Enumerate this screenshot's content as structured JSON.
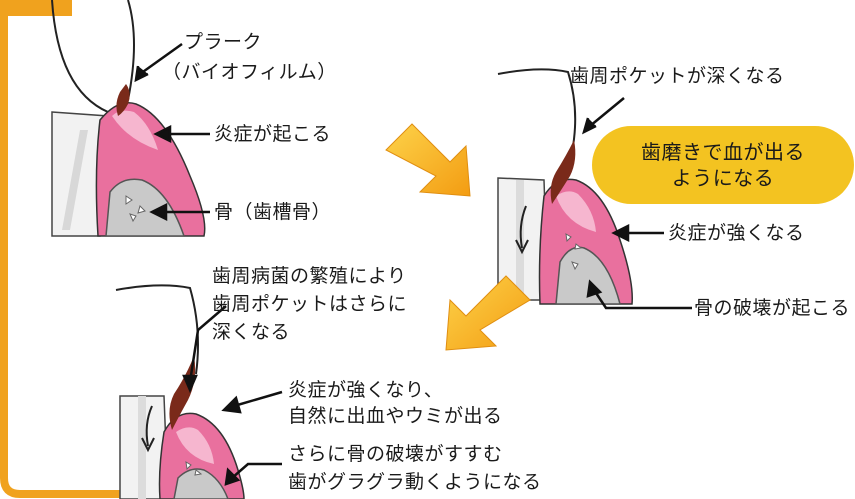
{
  "stage1": {
    "plaque_line1": "プラーク",
    "plaque_line2": "（バイオフィルム）",
    "inflammation": "炎症が起こる",
    "bone": "骨（歯槽骨）"
  },
  "stage2": {
    "pocket": "歯周ポケットが深くなる",
    "callout_line1": "歯磨きで血が出る",
    "callout_line2": "ようになる",
    "inflammation": "炎症が強くなる",
    "bone": "骨の破壊が起こる"
  },
  "stage3": {
    "pocket_line1": "歯周病菌の繁殖により",
    "pocket_line2": "歯周ポケットはさらに",
    "pocket_line3": "深くなる",
    "inflammation_line1": "炎症が強くなり、",
    "inflammation_line2": "自然に出血やウミが出る",
    "bone_line1": "さらに骨の破壊がすすむ",
    "bone_line2": "歯がグラグラ動くようになる"
  },
  "colors": {
    "gum": "#e9709e",
    "gum_light": "#f6b6cf",
    "bone": "#c9c9c9",
    "plaque": "#7a2a1a",
    "arrow": "#f5b21d",
    "frame": "#f0a21e",
    "callout": "#f3c321"
  }
}
